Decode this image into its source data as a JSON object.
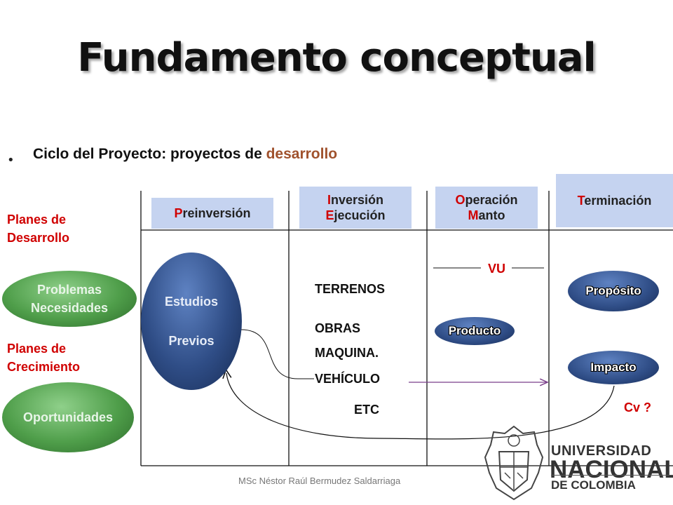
{
  "title": "Fundamento conceptual",
  "bullet": {
    "prefix": "Ciclo del Proyecto: proyectos de ",
    "accent": "desarrollo"
  },
  "phases": {
    "preinversion": "Preinversión",
    "inversion_line1": "Inversión",
    "inversion_line2": "Ejecución",
    "operacion_line1": "Operación",
    "operacion_line2": "Manto",
    "terminacion": "Terminación"
  },
  "left": {
    "planes_desarrollo_1": "Planes de",
    "planes_desarrollo_2": "Desarrollo",
    "problemas_1": "Problemas",
    "problemas_2": "Necesidades",
    "planes_crecimiento_1": "Planes de",
    "planes_crecimiento_2": "Crecimiento",
    "oportunidades": "Oportunidades"
  },
  "estudios": {
    "line1": "Estudios",
    "line2": "Previos"
  },
  "items": {
    "terrenos": "TERRENOS",
    "obras": "OBRAS",
    "maquina": "MAQUINA.",
    "vehiculo": "VEHÍCULO",
    "etc": "ETC"
  },
  "right": {
    "vu": "VU",
    "producto": "Producto",
    "proposito": "Propósito",
    "impacto": "Impacto",
    "cv": "Cv ?"
  },
  "footer": "MSc Néstor Raúl Bermudez Saldarriaga",
  "logo": {
    "line1": "UNIVERSIDAD",
    "line2": "NACIONAL",
    "line3": "DE COLOMBIA"
  },
  "colors": {
    "red": "#d00000",
    "accent": "#a0522d",
    "phase_bg": "#c5d3f0",
    "green": "#4f9e4a",
    "blue": "#2f4d86",
    "purple_line": "#7b3f8a"
  }
}
